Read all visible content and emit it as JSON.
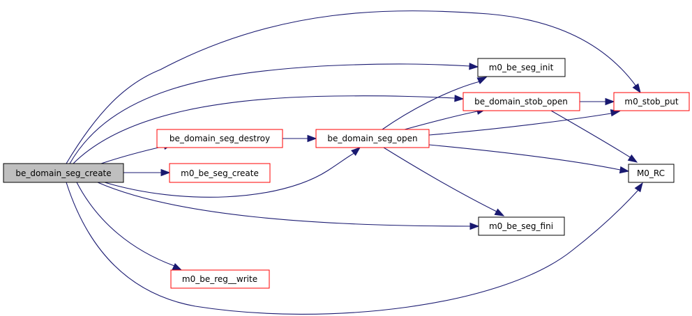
{
  "graph": {
    "type": "call-graph",
    "colors": {
      "edge": "#191970",
      "root_fill": "#bfbfbf",
      "root_border": "#000000",
      "linked_border": "#ff0000",
      "plain_border": "#000000",
      "node_fill": "#ffffff"
    },
    "nodes": {
      "root": {
        "label": "be_domain_seg_create",
        "style": "root"
      },
      "seg_destroy": {
        "label": "be_domain_seg_destroy",
        "style": "linked"
      },
      "seg_create": {
        "label": "m0_be_seg_create",
        "style": "linked"
      },
      "reg_write": {
        "label": "m0_be_reg__write",
        "style": "linked"
      },
      "seg_open": {
        "label": "be_domain_seg_open",
        "style": "linked"
      },
      "seg_init": {
        "label": "m0_be_seg_init",
        "style": "plain"
      },
      "stob_open": {
        "label": "be_domain_stob_open",
        "style": "linked"
      },
      "seg_fini": {
        "label": "m0_be_seg_fini",
        "style": "plain"
      },
      "stob_put": {
        "label": "m0_stob_put",
        "style": "linked"
      },
      "m0_rc": {
        "label": "M0_RC",
        "style": "plain"
      }
    },
    "edges": [
      {
        "from": "root",
        "to": "stob_put"
      },
      {
        "from": "root",
        "to": "seg_init"
      },
      {
        "from": "root",
        "to": "stob_open"
      },
      {
        "from": "root",
        "to": "seg_destroy"
      },
      {
        "from": "root",
        "to": "seg_create"
      },
      {
        "from": "root",
        "to": "seg_open"
      },
      {
        "from": "root",
        "to": "seg_fini"
      },
      {
        "from": "root",
        "to": "reg_write"
      },
      {
        "from": "root",
        "to": "m0_rc"
      },
      {
        "from": "seg_destroy",
        "to": "seg_open"
      },
      {
        "from": "seg_open",
        "to": "seg_init"
      },
      {
        "from": "seg_open",
        "to": "stob_open"
      },
      {
        "from": "seg_open",
        "to": "stob_put"
      },
      {
        "from": "seg_open",
        "to": "m0_rc"
      },
      {
        "from": "seg_open",
        "to": "seg_fini"
      },
      {
        "from": "stob_open",
        "to": "stob_put"
      },
      {
        "from": "stob_open",
        "to": "m0_rc"
      }
    ]
  }
}
